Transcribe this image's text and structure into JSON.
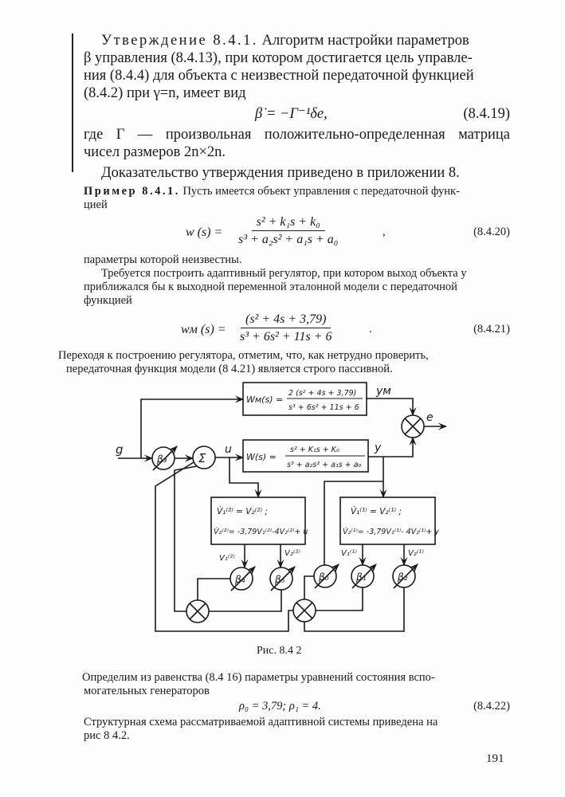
{
  "statement": {
    "lead": "Утверждение 8.4.1.",
    "line1": "Алгоритм настройки параметров",
    "line2": "β управления (8.4.13), при котором достигается цель управле-",
    "line3": "ния (8.4.4) для объекта с неизвестной передаточной функцией",
    "line4": "(8.4.2) при γ=n, имеет вид",
    "equation": "β̇ = −Γ⁻¹δe,",
    "eq_number": "(8.4.19)",
    "line5": "где Γ — произвольная положительно-определенная матрица",
    "line6": "чисел размеров 2n×2n.",
    "proof": "Доказательство утверждения приведено в приложении 8."
  },
  "example": {
    "lead": "Пример 8.4.1.",
    "text1": "Пусть имеется объект управления с передаточной функ-",
    "text2": "цией",
    "eq1_lhs": "w (s) =",
    "eq1_num": "s² + k₁s + k₀",
    "eq1_den": "s³ + a₂s² + a₁s + a₀",
    "eq1_comma": ",",
    "eq1_number": "(8.4.20)",
    "text3": "параметры которой неизвестны.",
    "text4": "Требуется построить адаптивный регулятор, при котором выход объекта y",
    "text5": "приближался бы к выходной переменной эталонной модели с передаточной",
    "text6": "функцией",
    "eq2_lhs": "wм (s) =",
    "eq2_num": "(s² + 4s + 3,79)",
    "eq2_den": "s³ + 6s² + 11s + 6",
    "eq2_dot": ".",
    "eq2_number": "(8.4.21)",
    "text7": "Переходя к построению регулятора, отметим, что, как нетрудно проверить,",
    "text8": "передаточная функция модели (8 4.21) является строго пассивной."
  },
  "diagram": {
    "model_box": {
      "lhs": "Wм(s) =",
      "num": "2 (s² + 4s + 3,79)",
      "den": "s³ + 6s² + 11s + 6"
    },
    "plant_box": {
      "lhs": "W(s) =",
      "num": "s² + K₁s + K₀",
      "den": "s³ + a₂s² + a₁s + a₀"
    },
    "gen2": {
      "eq1": "V̇₁⁽²⁾ = V₂⁽²⁾  ;",
      "eq2": "V̇₂⁽²⁾= -3,79V₁⁽²⁾-4V₂⁽²⁾+ u"
    },
    "gen1": {
      "eq1": "V̇₁⁽¹⁾ = V₂⁽¹⁾  ;",
      "eq2": "V̇₂⁽¹⁾= -3,79V₁⁽¹⁾- 4V₂⁽¹⁾+ y"
    },
    "signals": {
      "g": "g",
      "u": "u",
      "y": "y",
      "ym": "yм",
      "e": "e",
      "sum": "Σ",
      "v12": "V₁⁽²⁾",
      "v22": "V₂⁽²⁾",
      "v11": "V₁⁽¹⁾",
      "v21": "V₂⁽¹⁾"
    },
    "gains": {
      "b0": "β₀",
      "b1": "β₁",
      "b2": "β₂",
      "b3": "β₃",
      "b4": "β₄",
      "b5": "β₅"
    },
    "caption": "Рис. 8.4 2"
  },
  "after": {
    "text1": "Определим из равенства (8.4 16) параметры уравнений состояния вспо-",
    "text2": "могательных генераторов",
    "eq": "ρ₀ = 3,79;   ρ₁ = 4.",
    "eq_number": "(8.4.22)",
    "text3": "Структурная схема рассматриваемой адаптивной системы приведена на",
    "text4": "рис 8 4.2."
  },
  "page_number": "191"
}
